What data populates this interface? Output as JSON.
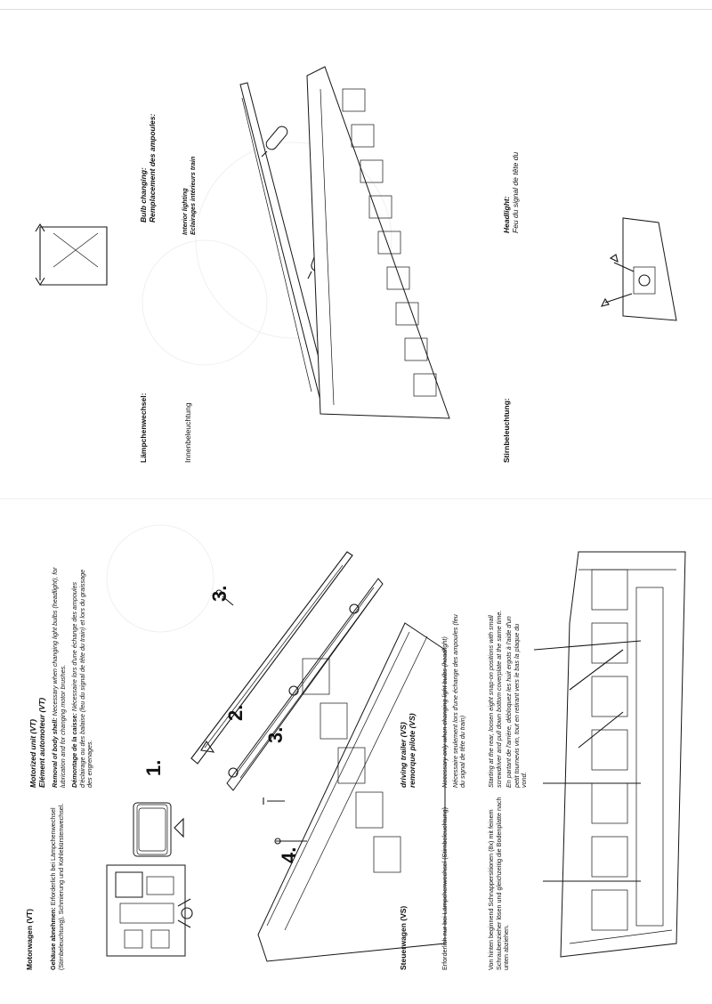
{
  "motorwagen": {
    "title": "Motorwagen (VT)",
    "de_label": "Gehäuse abnehmen:",
    "de_text": "Erforderlich bei Lämpchenwechsel (Stirnbeleuchtung), Schmierung und Kohlebürstenwechsel."
  },
  "motorized": {
    "title_en": "Motorized unit (VT)",
    "title_fr": "Elément automoteur (VT)",
    "en_label": "Removal of body shell:",
    "en_text": "Necessary when changing light bulbs (headlight), for lubrication and for changing motor brushes.",
    "fr_label": "Démontage de la caisse:",
    "fr_text": "Nécessaire lors d'une échange des ampoules d'éclairage ou des balaise (feu du signal de tête du train) et lors du graissage des engrenages."
  },
  "steps": {
    "s1": "1.",
    "s2": "2.",
    "s3a": "3.",
    "s3b": "3.",
    "s4": "4."
  },
  "steuerwagen": {
    "title": "Steuerwagen (VS)",
    "de_text1": "Erforderlich nur bei Lämpchenwechsel (Stirnbeleuchtung)",
    "de_text2": "Von hinten beginnend Schnappersitionen (8x) mit feinem Schraubenzieher lösen und gleichzeitig die Bodenplatte nach unten abziehen."
  },
  "driving_trailer": {
    "title_en": "driving trailer (VS)",
    "title_fr": "remorque pilote (VS)",
    "en_text1": "Necessary only when changing light bulbs (headlight)",
    "fr_text1": "Nécessaire seulement lors d'une échange des ampoules (feu du signal de tête du train)",
    "en_text2": "Starting at the rear, loosen eight snap-on positions with small screwdriver and pull down bottom coverplate at the same time.",
    "fr_text2": "En partant de l'arrière, débloquez les huit ergots à l'aide d'un petit tournevis vin, tout en retirant vers le bas la plaque du vond."
  },
  "right_page": {
    "laempchen_label": "Lämpchenwechsel:",
    "bulb_en": "Bulb changing:",
    "bulb_fr": "Remplacement des ampoules:",
    "innen_label": "Innenbeleuchtung",
    "interior_en": "Interior lighting",
    "interior_fr": "Eclairages intérieurs train",
    "stirn_label": "Stirnbeleuchtung:",
    "headlight_en": "Headlight:",
    "headlight_fr": "Feu du signal de tête du"
  }
}
